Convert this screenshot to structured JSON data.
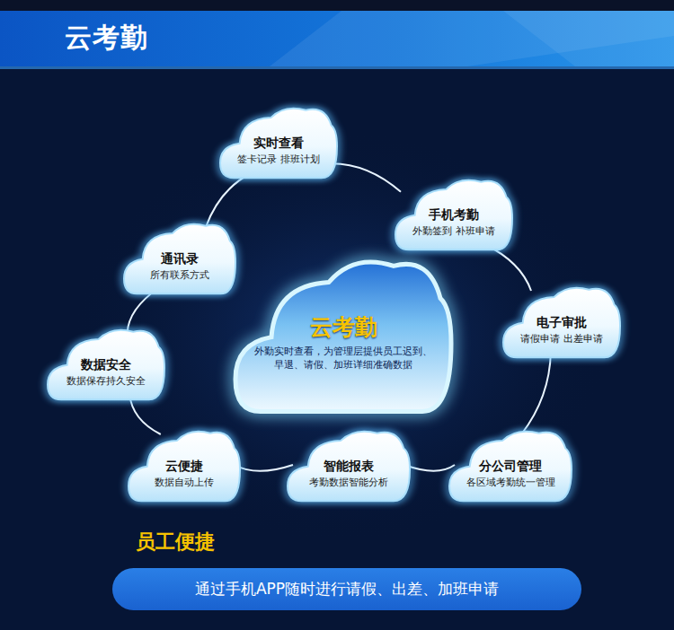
{
  "diagram": {
    "title": "云考勤",
    "nodes": [
      {
        "text": [
          "实时查看",
          "签卡记录 排班计划"
        ]
      },
      {
        "text": [
          "手机考勤",
          "外勤签到 补班申请"
        ]
      },
      {
        "text": [
          "通讯录",
          "所有联系方式"
        ]
      },
      {
        "text": [
          "云考勤",
          "外勤实时查看，为管理层提供员工迟到、早退、请假、加班详细准确数据"
        ]
      },
      {
        "text": [
          "电子审批",
          "请假申请 出差申请"
        ]
      },
      {
        "text": [
          "数据安全",
          "数据保存持久安全"
        ]
      },
      {
        "text": [
          "云便捷",
          "数据自动上传"
        ]
      },
      {
        "text": [
          "智能报表",
          "考勤数据智能分析"
        ]
      },
      {
        "text": [
          "分公司管理",
          "各区域考勤统一管理"
        ]
      },
      {
        "text": [
          "员工便捷",
          "通过手机APP随时进行请假、出差、加班申请"
        ]
      }
    ],
    "edges": [
      {
        "from": 0,
        "to": 1,
        "arrow": "none"
      },
      {
        "from": 1,
        "to": 4,
        "arrow": "none"
      },
      {
        "from": 4,
        "to": 8,
        "arrow": "none"
      },
      {
        "from": 8,
        "to": 7,
        "arrow": "none"
      },
      {
        "from": 7,
        "to": 6,
        "arrow": "none"
      },
      {
        "from": 6,
        "to": 5,
        "arrow": "none"
      },
      {
        "from": 5,
        "to": 2,
        "arrow": "none"
      },
      {
        "from": 2,
        "to": 0,
        "arrow": "none"
      }
    ]
  }
}
